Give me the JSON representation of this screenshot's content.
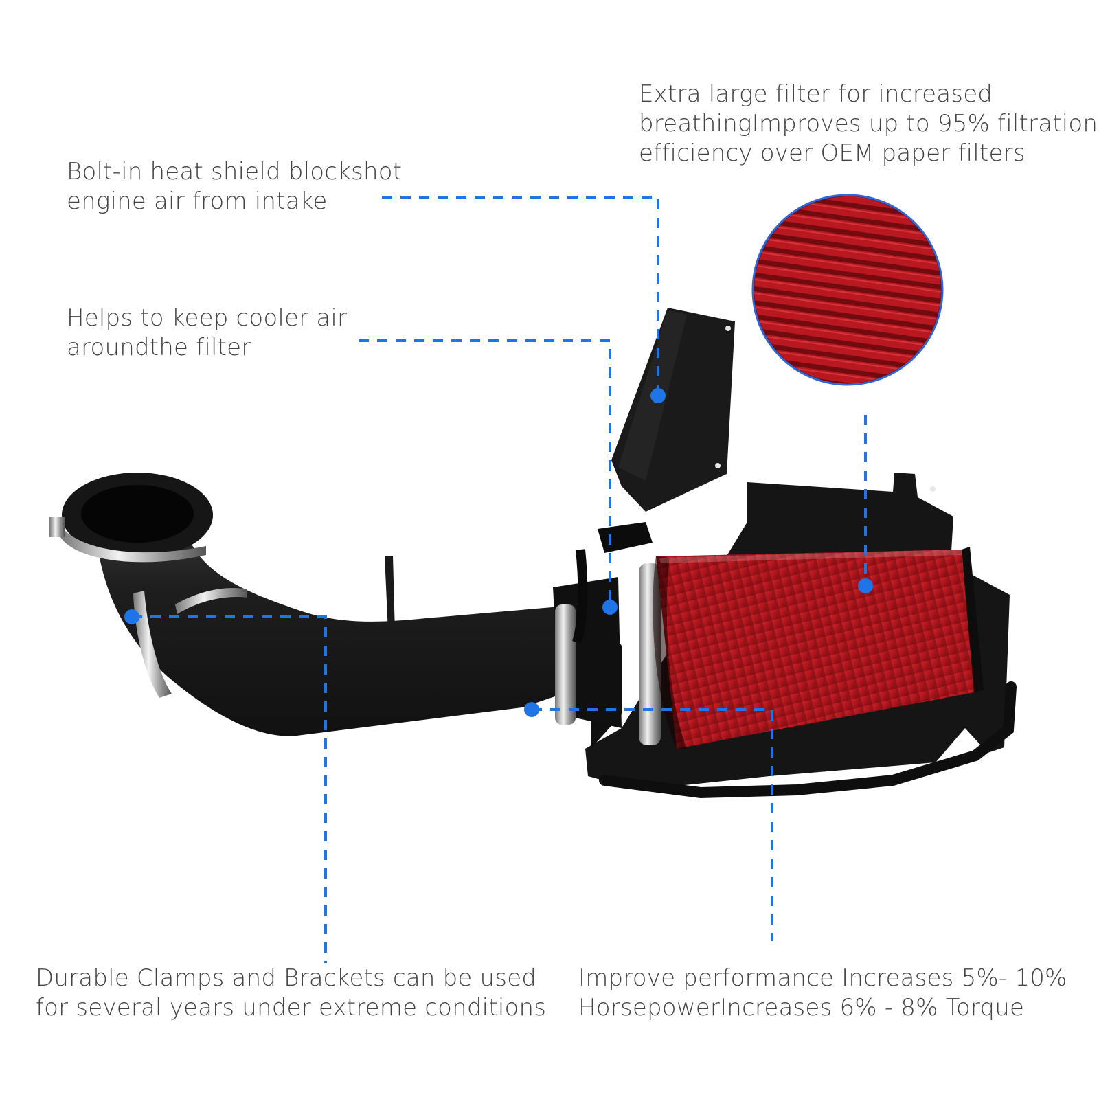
{
  "colors": {
    "accent": "#1f74e8",
    "text": "#444444",
    "filter_red": "#b3171f",
    "matte_black": "#1c1c1c"
  },
  "callouts": {
    "filter_size": {
      "lines": [
        "Extra large filter for increased",
        "breathingImproves up to 95% filtration",
        "efficiency over OEM paper filters"
      ]
    },
    "heat_shield": {
      "lines": [
        "Bolt-in heat shield blockshot",
        "engine air from intake"
      ]
    },
    "cooler_air": {
      "lines": [
        "Helps to keep cooler air",
        "aroundthe filter"
      ]
    },
    "clamps": {
      "lines": [
        "Durable Clamps and Brackets can be used",
        "for several years under extreme conditions"
      ]
    },
    "performance": {
      "lines": [
        "Improve performance Increases 5%- 10%",
        "HorsepowerIncreases 6% - 8% Torque"
      ]
    }
  },
  "product": {
    "parts": [
      "black-intake-tube",
      "red-cone-air-filter",
      "black-heat-shield",
      "stainless-hose-clamps",
      "rubber-coupler",
      "edge-trim-seal"
    ]
  }
}
